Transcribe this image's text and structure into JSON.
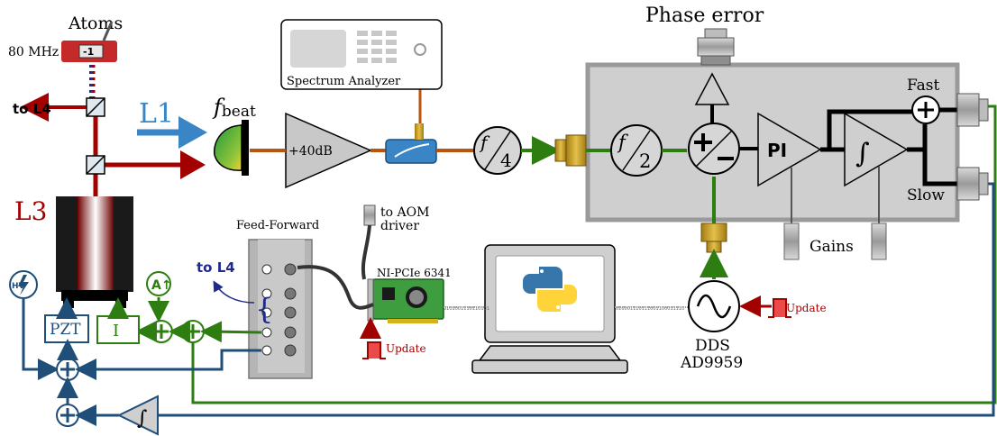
{
  "labels": {
    "atoms": "Atoms",
    "freq": "80 MHz",
    "aom_order": "-1",
    "to_l4_top": "to L4",
    "l1": "L1",
    "l3": "L3",
    "fbeat_main": "f",
    "fbeat_sub": "beat",
    "amp_gain": "+40dB",
    "spectrum_analyzer": "Spectrum Analyzer",
    "div4_num": "f",
    "div4_den": "4",
    "div2_num": "f",
    "div2_den": "2",
    "phase_error": "Phase error",
    "pi": "PI",
    "integrator": "∫",
    "fast": "Fast",
    "slow": "Slow",
    "gains": "Gains",
    "to_aom": "to AOM",
    "driver": "driver",
    "feed_forward": "Feed-Forward",
    "nipcie": "NI-PCIe 6341",
    "to_l4_ff": "to L4",
    "update_left": "Update",
    "update_right": "Update",
    "dds": "DDS",
    "ad9959": "AD9959",
    "pzt": "PZT",
    "i_box": "I",
    "hv": "HV",
    "bits_a": "0101001110110101",
    "bits_b": "010001110111001100011110"
  },
  "colors": {
    "red": "#a30000",
    "blue_beam": "#3a85c6",
    "green": "#2e7d10",
    "navy": "#1f4e79",
    "orange_wire": "#b8560f",
    "box_gray": "#c8c8c8",
    "box_border": "#9a9a9a"
  }
}
